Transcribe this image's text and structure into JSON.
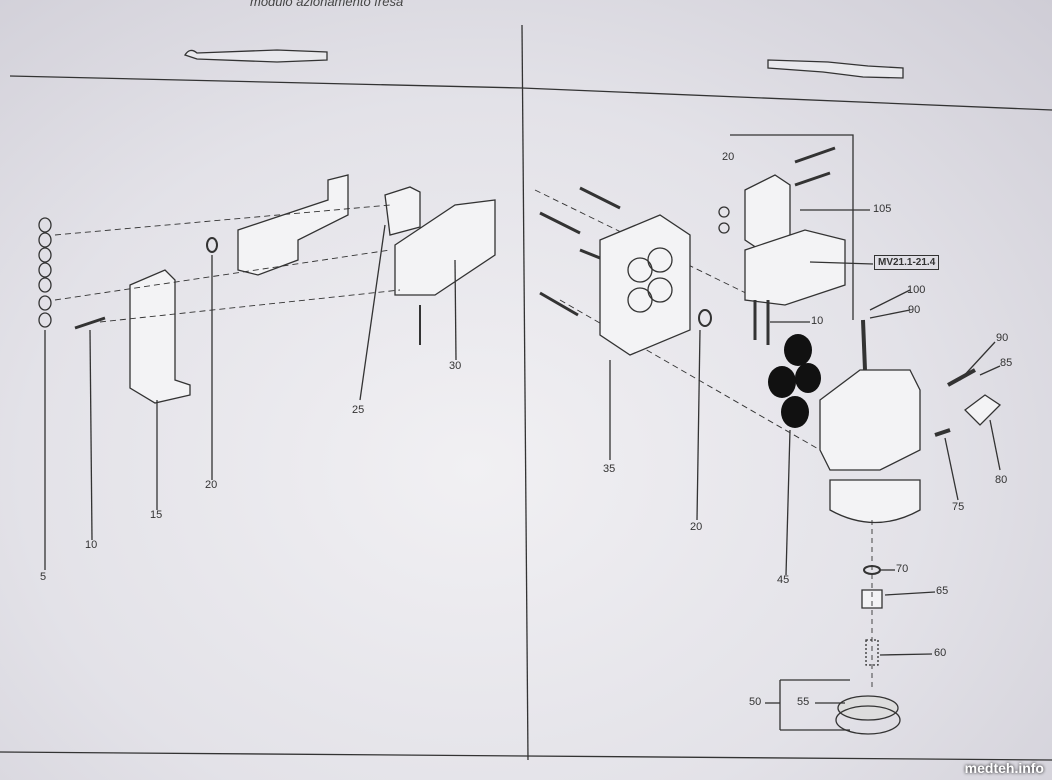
{
  "heading": "modulo azionamento fresa",
  "left_labels": [
    "5",
    "10",
    "15",
    "20",
    "25",
    "30"
  ],
  "right_labels": {
    "top_oring": "20",
    "valve_screw": "105",
    "valve_group": "MV21.1-21.4",
    "pin_top": "100",
    "nozzle_top": "90",
    "valve_pins": "10",
    "nozzle_right": "90",
    "fitting": "85",
    "clamp": "80",
    "insert": "75",
    "plate": "35",
    "oring": "20",
    "membranes": "45",
    "oring_bottom": "70",
    "plunger": "65",
    "spring": "60",
    "cap": "50",
    "cap_seal": "55"
  },
  "watermark": "medteh.info"
}
